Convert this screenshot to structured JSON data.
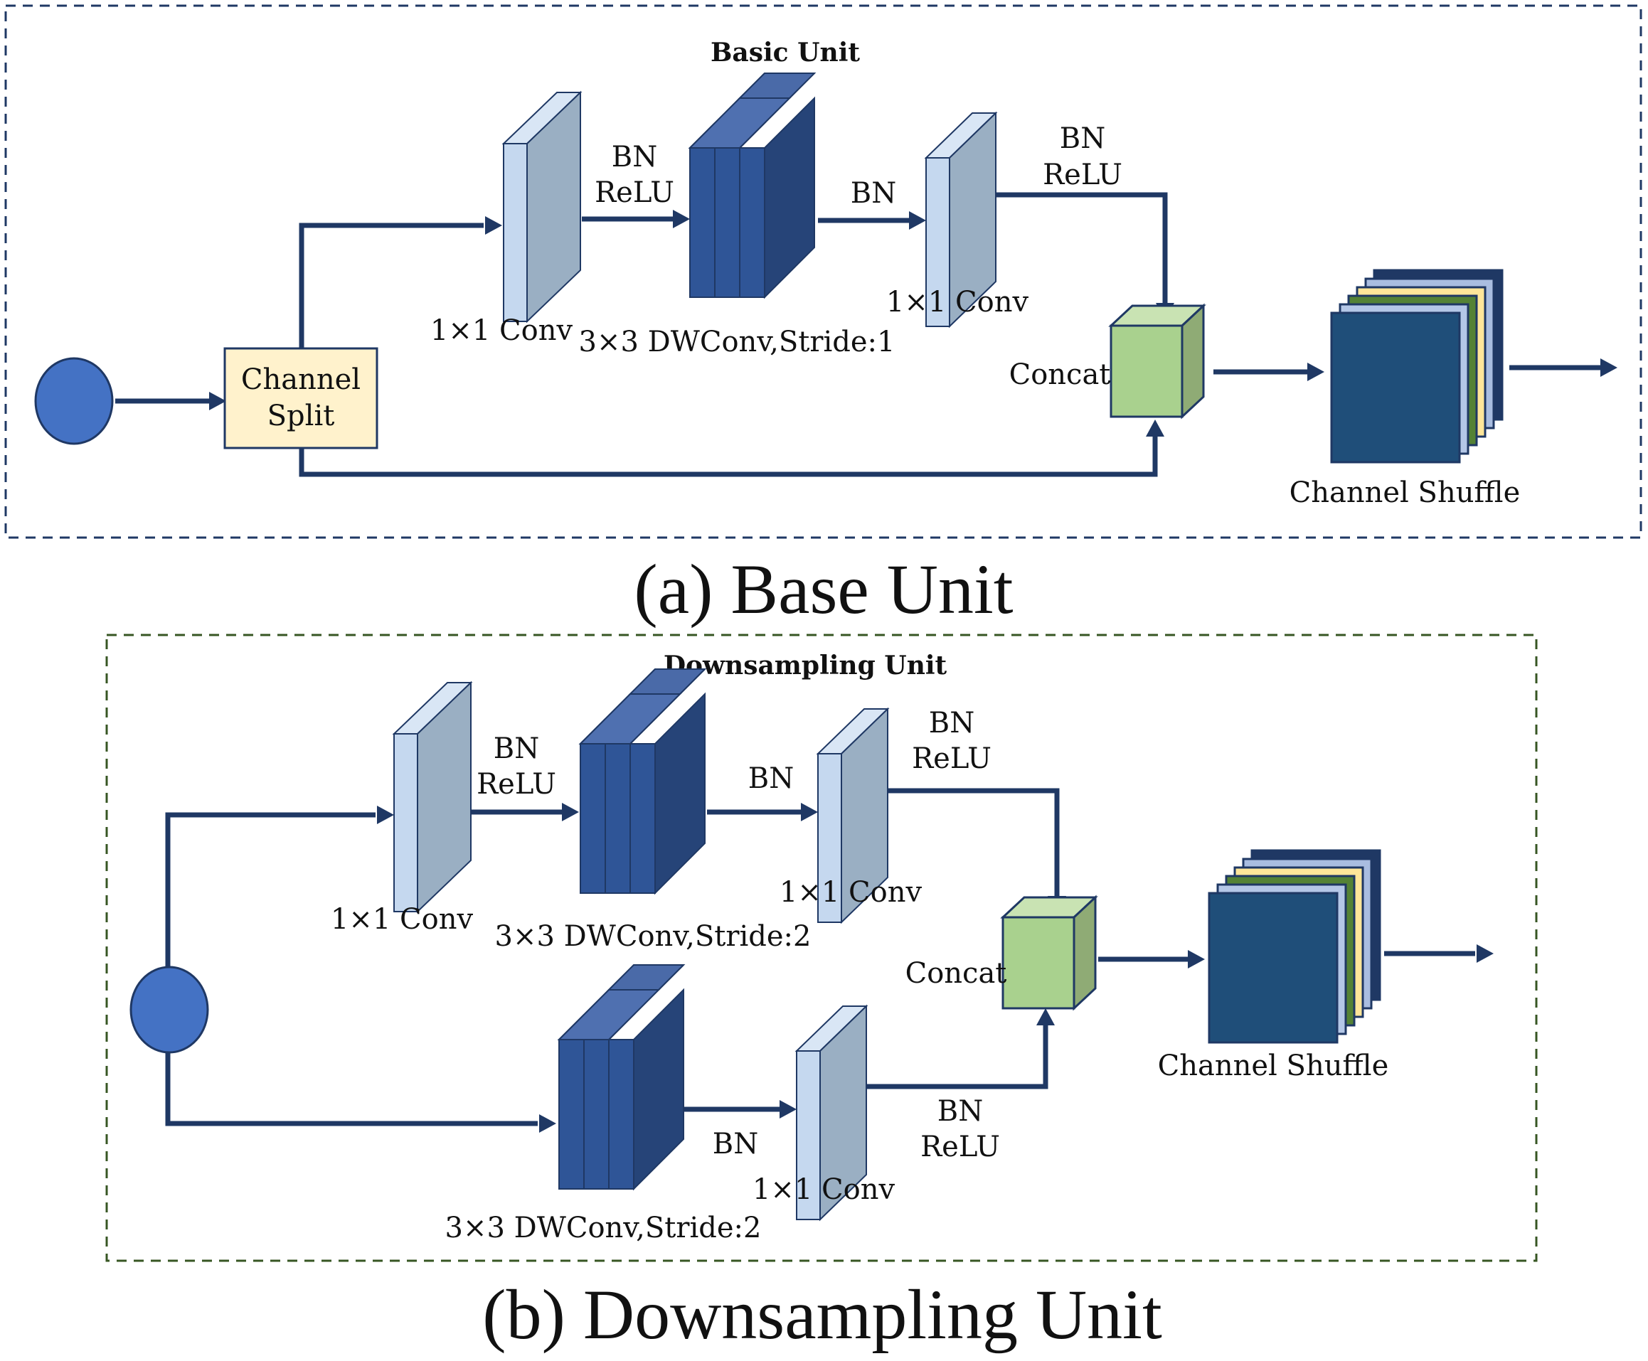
{
  "panel_a": {
    "title": "Basic Unit",
    "caption": "(a) Base Unit",
    "split_label_line1": "Channel",
    "split_label_line2": "Split",
    "conv1_label": "1×1 Conv",
    "bn_relu_1_line1": "BN",
    "bn_relu_1_line2": "ReLU",
    "dwconv_label": "3×3 DWConv,Stride:1",
    "bn_label": "BN",
    "conv2_label": "1×1 Conv",
    "bn_relu_2_line1": "BN",
    "bn_relu_2_line2": "ReLU",
    "concat_label": "Concat",
    "shuffle_label": "Channel Shuffle"
  },
  "panel_b": {
    "title": "Downsampling Unit",
    "caption": "(b) Downsampling Unit",
    "top_conv1_label": "1×1 Conv",
    "top_bn_relu_1_line1": "BN",
    "top_bn_relu_1_line2": "ReLU",
    "top_dwconv_label": "3×3 DWConv,Stride:2",
    "top_bn_label": "BN",
    "top_conv2_label": "1×1 Conv",
    "top_bn_relu_2_line1": "BN",
    "top_bn_relu_2_line2": "ReLU",
    "concat_label": "Concat",
    "shuffle_label": "Channel Shuffle",
    "bottom_dwconv_label": "3×3 DWConv,Stride:2",
    "bottom_bn_label": "BN",
    "bottom_conv_label": "1×1 Conv",
    "bottom_bn_relu_line1": "BN",
    "bottom_bn_relu_line2": "ReLU"
  },
  "colors": {
    "line": "#1f3864",
    "input_node": "#4472c4",
    "split_box": "#fff2cc",
    "conv_front": "#c5d8ef",
    "conv_side": "#9aafc3",
    "dwconv": "#2f5597",
    "concat": "#a9d18e",
    "shuffle_front": "#1f4e79",
    "panel_a_border": "#1f3864",
    "panel_b_border": "#375623"
  }
}
